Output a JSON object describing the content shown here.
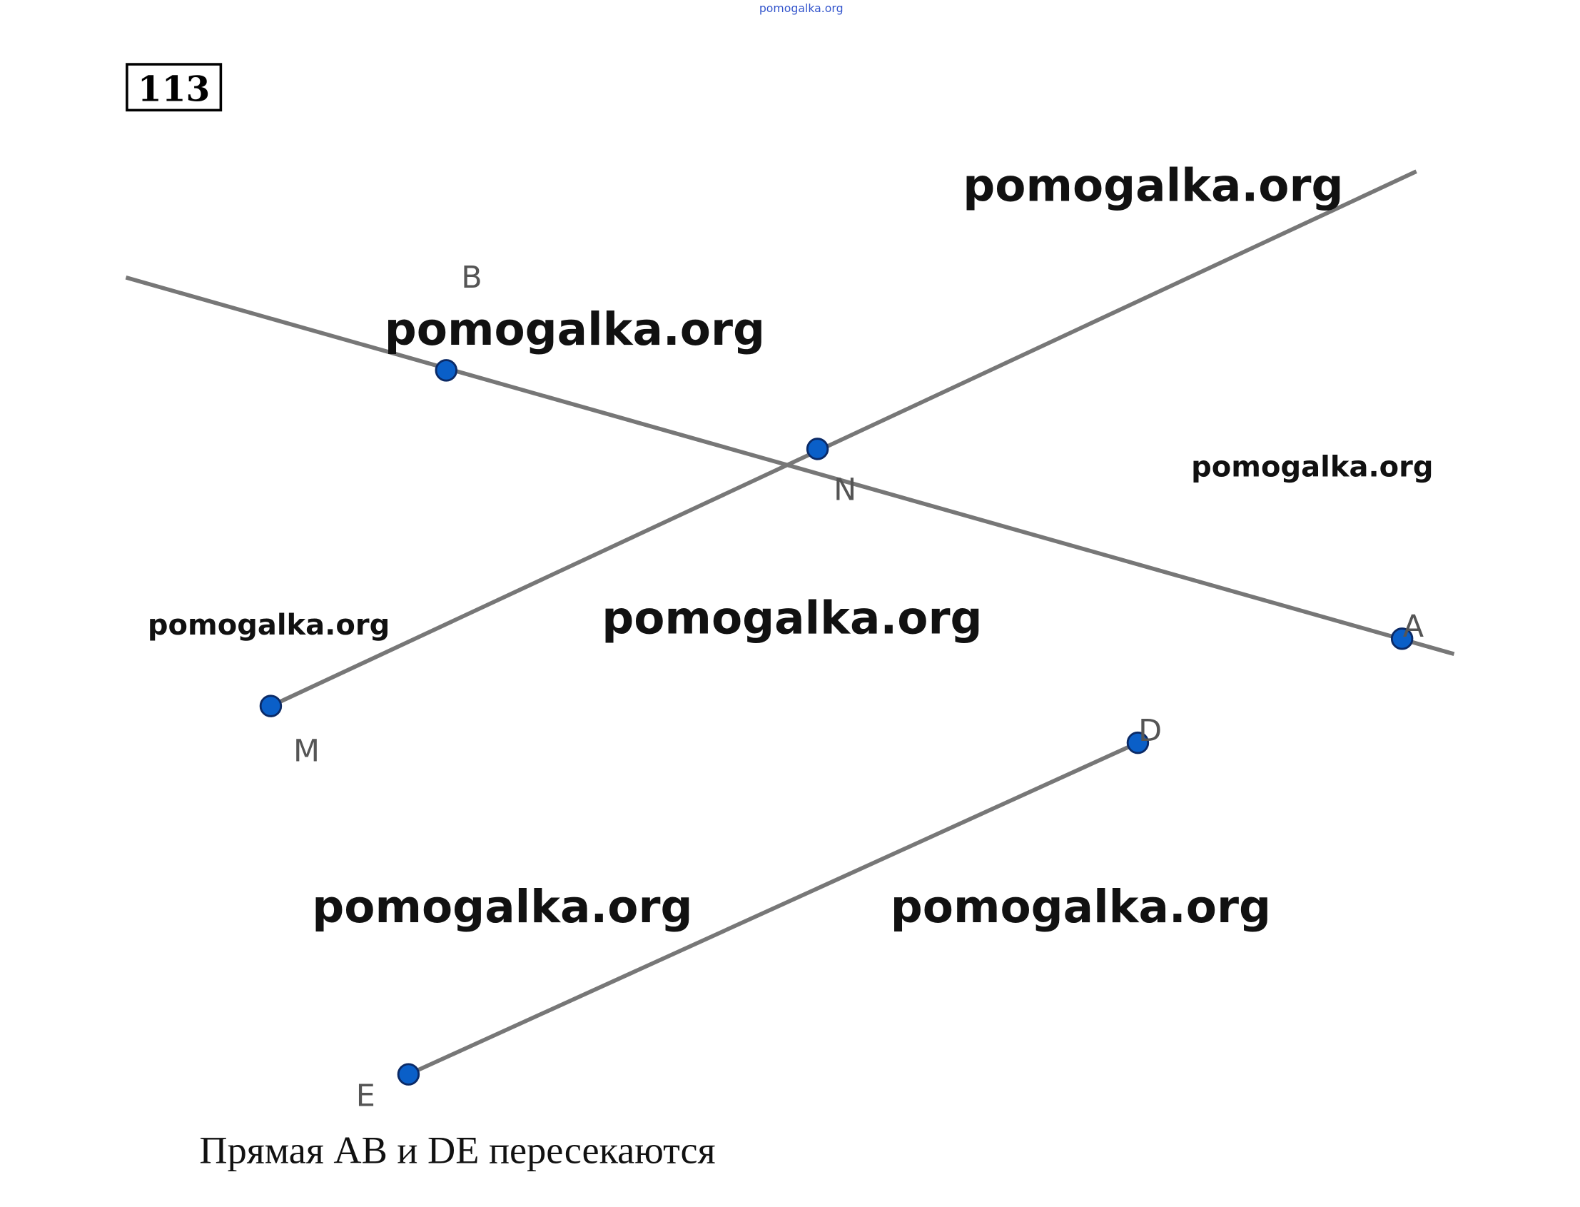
{
  "problem_number": "113",
  "top_watermark": "pomogalka.org",
  "watermarks": [
    "pomogalka.org",
    "pomogalka.org",
    "pomogalka.org",
    "pomogalka.org",
    "pomogalka.org",
    "pomogalka.org",
    "pomogalka.org"
  ],
  "points": {
    "B": "B",
    "N": "N",
    "M": "M",
    "A": "A",
    "D": "D",
    "E": "E"
  },
  "caption": "Прямая AB и DE пересекаются",
  "colors": {
    "point": "#0a5fc8",
    "line": "#777777",
    "watermark_top": "#3355cc"
  }
}
